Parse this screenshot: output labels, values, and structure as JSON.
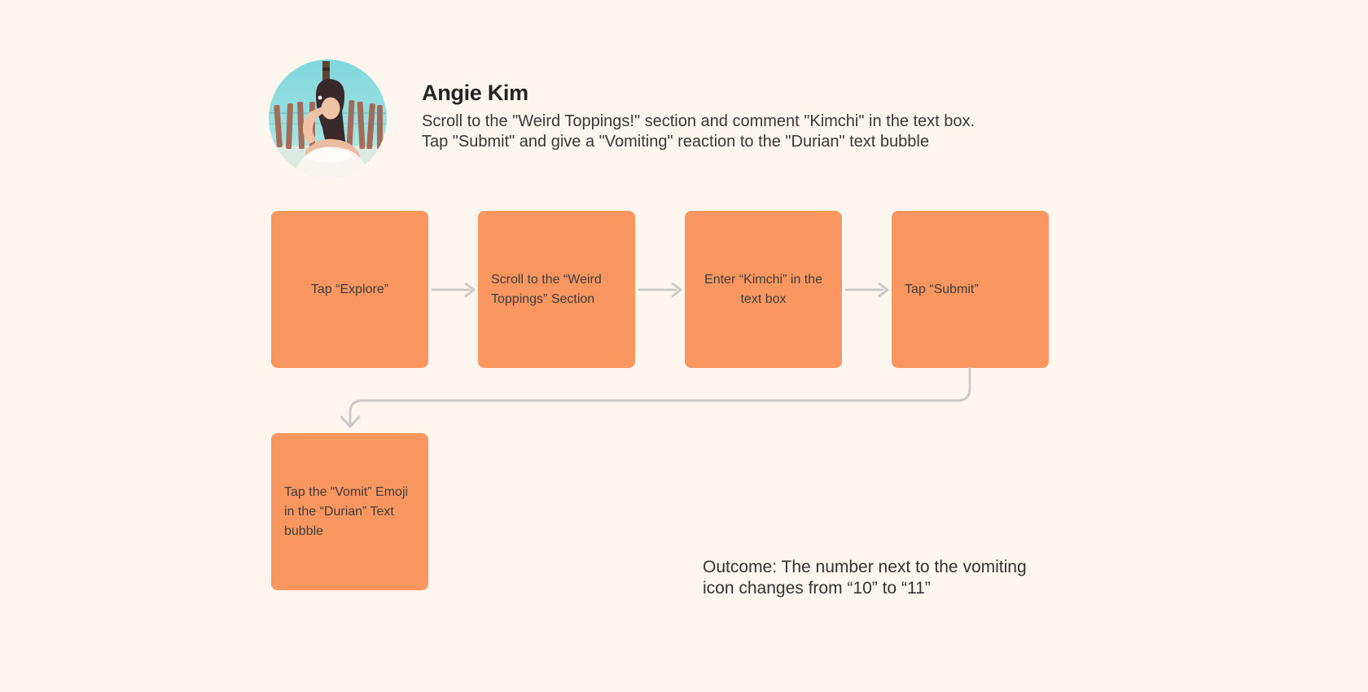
{
  "page": {
    "background": "#FCF6EF"
  },
  "profile": {
    "name": "Angie Kim",
    "avatar": "photo-of-woman-on-beach",
    "description_lines": [
      "Scroll to the \"Weird Toppings!\" section and comment \"Kimchi\" in the text box.",
      "Tap \"Submit\" and give a \"Vomiting\" reaction to the \"Durian\" text bubble"
    ]
  },
  "flow": {
    "box_color": "#FA9660",
    "arrow_color": "#C9C8C6",
    "steps": [
      {
        "label_lines": [
          "Tap “Explore”"
        ]
      },
      {
        "label_lines": [
          "Scroll to the “Weird",
          "Toppings” Section"
        ]
      },
      {
        "label_lines": [
          "Enter “Kimchi” in the",
          "text box"
        ]
      },
      {
        "label_lines": [
          "Tap “Submit”"
        ]
      },
      {
        "label_lines": [
          "Tap the “Vomit” Emoji",
          "in the “Durian” Text",
          "bubble"
        ]
      }
    ]
  },
  "outcome": {
    "lines": [
      "Outcome: The number next to the vomiting",
      "icon changes from “10” to “11”"
    ]
  }
}
